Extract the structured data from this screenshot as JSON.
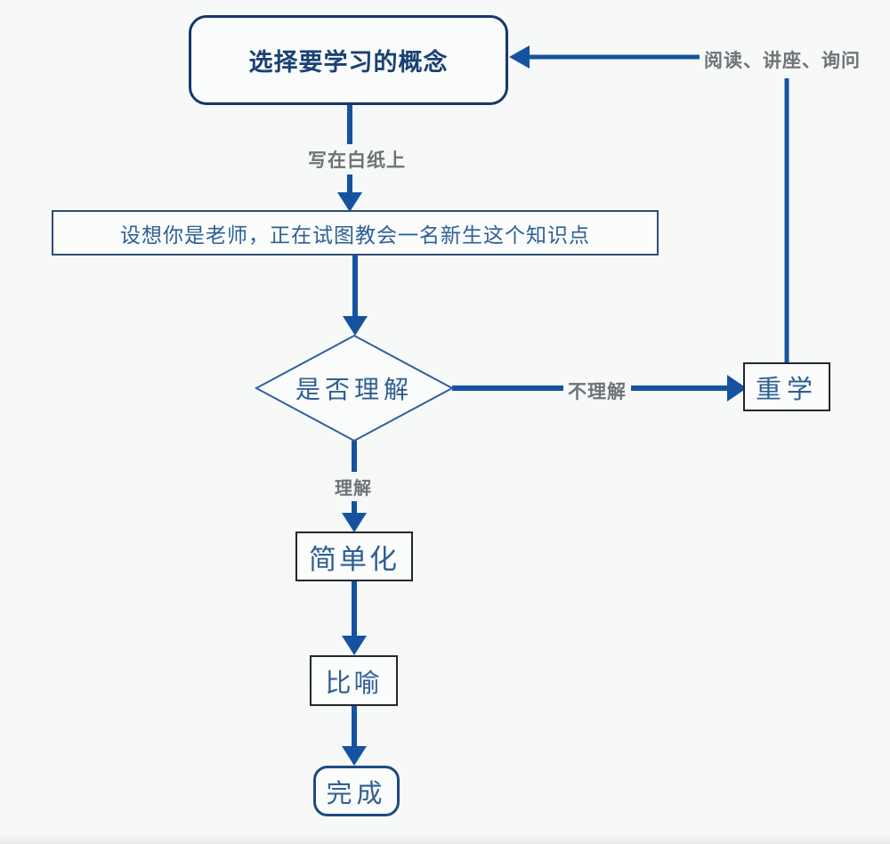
{
  "flowchart": {
    "title_hint": "费曼学习法流程图",
    "nodes": {
      "start": "选择要学习的概念",
      "teach": "设想你是老师，正在试图教会一名新生这个知识点",
      "decision": "是否理解",
      "relearn": "重学",
      "simplify": "简单化",
      "analogy": "比喻",
      "done": "完成"
    },
    "edge_labels": {
      "write": "写在白纸上",
      "not_understood": "不理解",
      "understood": "理解",
      "methods": "阅读、讲座、询问"
    },
    "colors": {
      "arrow": "#1553a0",
      "node_text": "#2e5f94",
      "start_border": "#14386b",
      "diamond_border": "#2f5fa0",
      "box_border": "#23272d",
      "label_text": "#6f7377",
      "background": "#f7f8f8"
    }
  }
}
